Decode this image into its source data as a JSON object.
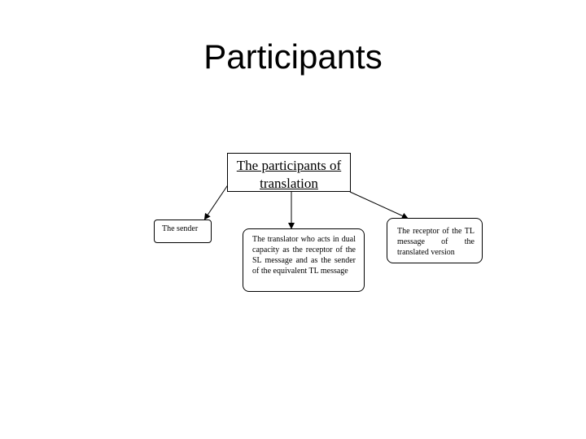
{
  "slide": {
    "title": "Participants"
  },
  "diagram": {
    "root": "The participants of translation",
    "nodes": [
      "The sender",
      "The translator who acts in dual capacity as the receptor of the SL message and as the sender of the equivalent TL message",
      "The receptor of the TL message of the translated version"
    ]
  }
}
